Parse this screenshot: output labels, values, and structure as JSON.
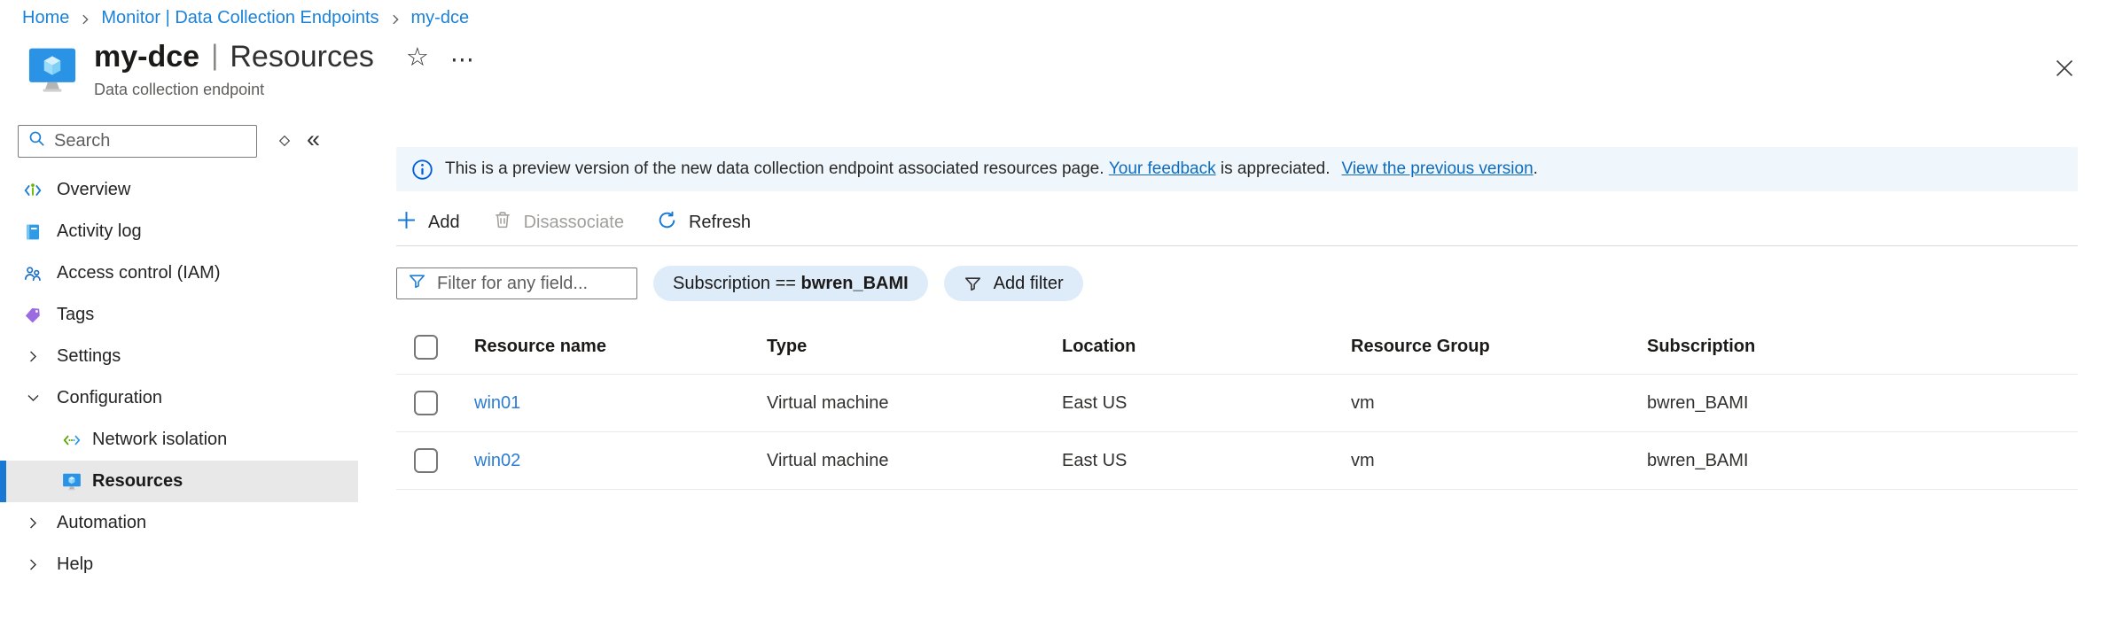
{
  "breadcrumb": {
    "items": [
      "Home",
      "Monitor | Data Collection Endpoints",
      "my-dce"
    ]
  },
  "header": {
    "resource_name": "my-dce",
    "separator": "|",
    "page_name": "Resources",
    "subtitle": "Data collection endpoint"
  },
  "icons": {
    "favorite_star": "☆",
    "more_ellipsis": "⋯",
    "collapse_chevrons": "«"
  },
  "sidebar": {
    "search_placeholder": "Search",
    "items": [
      {
        "label": "Overview",
        "icon": "overview-icon"
      },
      {
        "label": "Activity log",
        "icon": "activity-log-icon"
      },
      {
        "label": "Access control (IAM)",
        "icon": "access-control-icon"
      },
      {
        "label": "Tags",
        "icon": "tag-icon"
      },
      {
        "label": "Settings",
        "icon": "chevron-right-icon"
      },
      {
        "label": "Configuration",
        "icon": "chevron-down-icon",
        "expanded": true
      },
      {
        "label": "Network isolation",
        "icon": "network-isolation-icon",
        "child": true
      },
      {
        "label": "Resources",
        "icon": "monitor-icon",
        "child": true,
        "selected": true
      },
      {
        "label": "Automation",
        "icon": "chevron-right-icon"
      },
      {
        "label": "Help",
        "icon": "chevron-right-icon"
      }
    ]
  },
  "banner": {
    "message": "This is a preview version of the new data collection endpoint associated resources page.",
    "feedback_link": "Your feedback",
    "feedback_suffix": " is appreciated.",
    "previous_link": "View the previous version",
    "period": "."
  },
  "toolbar": {
    "add": "Add",
    "disassociate": "Disassociate",
    "refresh": "Refresh"
  },
  "filter_bar": {
    "placeholder": "Filter for any field...",
    "subscription_filter": {
      "field": "Subscription",
      "operator": "==",
      "value": "bwren_BAMI"
    },
    "add_filter": "Add filter"
  },
  "table": {
    "columns": [
      "Resource name",
      "Type",
      "Location",
      "Resource Group",
      "Subscription"
    ],
    "rows": [
      {
        "resource_name": "win01",
        "type": "Virtual machine",
        "location": "East US",
        "resource_group": "vm",
        "subscription": "bwren_BAMI"
      },
      {
        "resource_name": "win02",
        "type": "Virtual machine",
        "location": "East US",
        "resource_group": "vm",
        "subscription": "bwren_BAMI"
      }
    ]
  },
  "colors": {
    "accent_blue": "#1779d4",
    "link_blue": "#2b7cd3",
    "breadcrumb_blue": "#1b82d8",
    "banner_bg": "#eff6fc",
    "pill_bg": "#deecf9",
    "selected_item_bg": "#e8e8e8",
    "disabled_gray": "#a19f9d"
  }
}
